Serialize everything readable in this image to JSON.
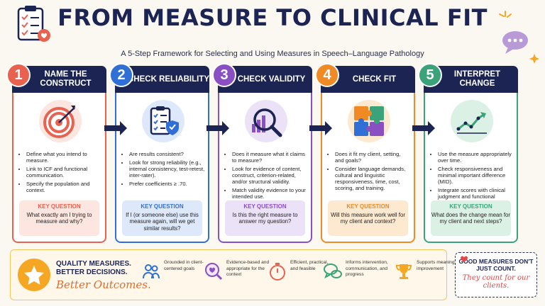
{
  "title": "FROM MEASURE TO CLINICAL FIT",
  "subtitle": "A 5-Step Framework for Selecting and Using Measures in Speech–Language Pathology",
  "colors": {
    "navy": "#1c2454",
    "red": "#e8624f",
    "blue": "#2f6fd6",
    "purple": "#8a4fc2",
    "orange": "#f08a24",
    "green": "#3aa37a"
  },
  "steps": [
    {
      "number": "1",
      "title": "NAME THE CONSTRUCT",
      "icon": "target-icon",
      "bullets": [
        "Define what you intend to measure.",
        "Link to ICF and functional communication.",
        "Specify the population and context."
      ],
      "kq_label": "KEY QUESTION",
      "kq_text": "What exactly am I trying to measure and why?"
    },
    {
      "number": "2",
      "title": "CHECK RELIABILITY",
      "icon": "checklist-shield-icon",
      "bullets": [
        "Are results consistent?",
        "Look for strong reliability (e.g., internal consistency, test-retest, inter-rater).",
        "Prefer coefficients ≥ .70."
      ],
      "kq_label": "KEY QUESTION",
      "kq_text": "If I (or someone else) use this measure again, will we get similar results?"
    },
    {
      "number": "3",
      "title": "CHECK VALIDITY",
      "icon": "magnifier-chart-icon",
      "bullets": [
        "Does it measure what it claims to measure?",
        "Look for evidence of content, construct, criterion-related, and/or structural validity.",
        "Match validity evidence to your intended use."
      ],
      "kq_label": "KEY QUESTION",
      "kq_text": "Is this the right measure to answer my question?"
    },
    {
      "number": "4",
      "title": "CHECK FIT",
      "icon": "puzzle-icon",
      "bullets": [
        "Does it fit my client, setting, and goals?",
        "Consider language demands, cultural and linguistic responsiveness, time, cost, scoring, and training."
      ],
      "kq_label": "KEY QUESTION",
      "kq_text": "Will this measure work well for my client and context?"
    },
    {
      "number": "5",
      "title": "INTERPRET CHANGE",
      "icon": "trend-chart-icon",
      "bullets": [
        "Use the measure appropriately over time.",
        "Check responsiveness and minimal important difference (MID).",
        "Integrate scores with clinical judgment and functional outcomes."
      ],
      "kq_label": "KEY QUESTION",
      "kq_text": "What does the change mean for my client and next steps?"
    }
  ],
  "bottom": {
    "headline_1": "QUALITY MEASURES.",
    "headline_2": "BETTER DECISIONS.",
    "script": "Better Outcomes.",
    "features": [
      {
        "icon": "people-icon",
        "text": "Grounded in client-centered goals"
      },
      {
        "icon": "heart-search-icon",
        "text": "Evidence-based and appropriate for the context"
      },
      {
        "icon": "stopwatch-icon",
        "text": "Efficient, practical, and feasible"
      },
      {
        "icon": "chat-bubbles-icon",
        "text": "Informs intervention, communication, and progress"
      },
      {
        "icon": "trophy-icon",
        "text": "Supports meaningful improvement"
      }
    ]
  },
  "callout": {
    "line1": "GOOD MEASURES DON'T JUST COUNT.",
    "line2": "They count for our clients."
  }
}
